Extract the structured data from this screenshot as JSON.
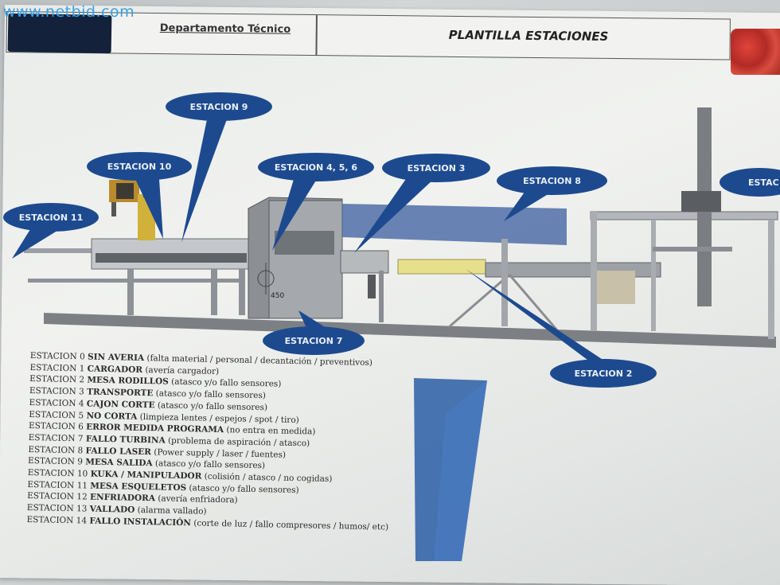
{
  "watermark": "www.netbid.com",
  "header": {
    "department": "Departamento Técnico",
    "title": "PLANTILLA ESTACIONES"
  },
  "diagram": {
    "dimension_labels": [
      "450"
    ],
    "stations": [
      {
        "id": "s9",
        "label": "ESTACION 9"
      },
      {
        "id": "s10",
        "label": "ESTACION 10"
      },
      {
        "id": "s456",
        "label": "ESTACION 4, 5, 6"
      },
      {
        "id": "s3",
        "label": "ESTACION 3"
      },
      {
        "id": "s8",
        "label": "ESTACION 8"
      },
      {
        "id": "s11",
        "label": "ESTACION 11"
      },
      {
        "id": "s7",
        "label": "ESTACION 7"
      },
      {
        "id": "s2",
        "label": "ESTACION 2"
      },
      {
        "id": "s_partial",
        "label": "ESTAC"
      }
    ]
  },
  "legend": [
    {
      "code": "ESTACION 0",
      "name": "SIN AVERIA",
      "detail": "(falta material / personal / decantación / preventivos)"
    },
    {
      "code": "ESTACION 1",
      "name": "CARGADOR",
      "detail": "(avería cargador)"
    },
    {
      "code": "ESTACION 2",
      "name": "MESA RODILLOS",
      "detail": "(atasco y/o fallo sensores)"
    },
    {
      "code": "ESTACION 3",
      "name": "TRANSPORTE",
      "detail": "(atasco y/o fallo sensores)"
    },
    {
      "code": "ESTACION 4",
      "name": "CAJON CORTE",
      "detail": "(atasco y/o fallo sensores)"
    },
    {
      "code": "ESTACION 5",
      "name": "NO CORTA",
      "detail": "(limpieza lentes / espejos / spot / tiro)"
    },
    {
      "code": "ESTACION 6",
      "name": "ERROR MEDIDA PROGRAMA",
      "detail": "(no entra en medida)"
    },
    {
      "code": "ESTACION 7",
      "name": "FALLO TURBINA",
      "detail": "(problema de aspiración / atasco)"
    },
    {
      "code": "ESTACION 8",
      "name": "FALLO LASER",
      "detail": "(Power supply / laser / fuentes)"
    },
    {
      "code": "ESTACION 9",
      "name": "MESA SALIDA",
      "detail": "(atasco y/o fallo sensores)"
    },
    {
      "code": "ESTACION 10",
      "name": "KUKA / MANIPULADOR",
      "detail": "(colisión / atasco / no cogidas)"
    },
    {
      "code": "ESTACION 11",
      "name": "MESA ESQUELETOS",
      "detail": "(atasco y/o fallo sensores)"
    },
    {
      "code": "ESTACION 12",
      "name": "ENFRIADORA",
      "detail": "(avería enfriadora)"
    },
    {
      "code": "ESTACION 13",
      "name": "VALLADO",
      "detail": "(alarma vallado)"
    },
    {
      "code": "ESTACION 14",
      "name": "FALLO INSTALACIÓN",
      "detail": "(corte de luz / fallo compresores / humos/ etc)"
    }
  ],
  "colors": {
    "callout": "#1d4a8f",
    "machine_gray": "#8a8e93",
    "conveyor_yellow": "#e6df8c",
    "logo_blue": "#2a5ea6"
  }
}
